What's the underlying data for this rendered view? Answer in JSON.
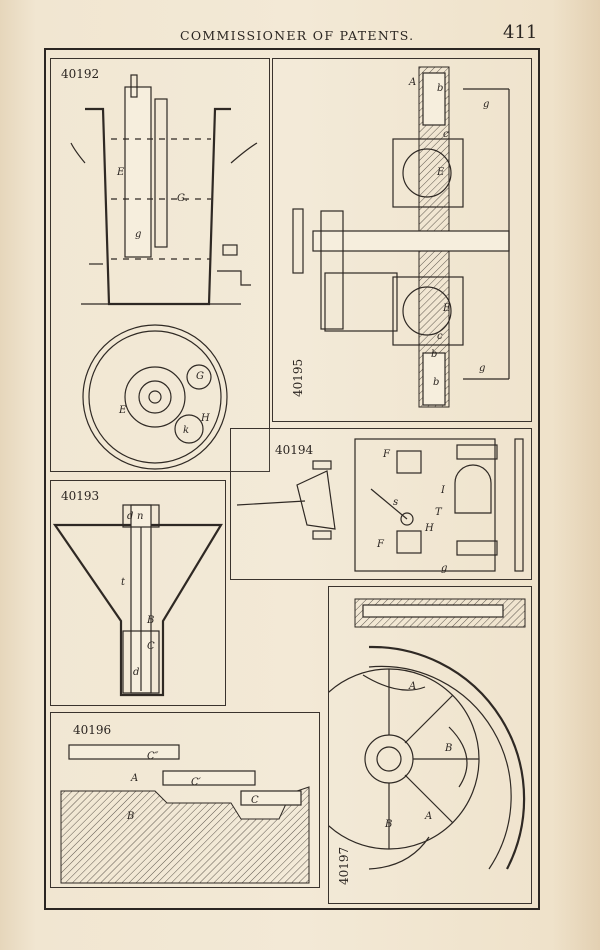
{
  "header": {
    "title": "COMMISSIONER OF PATENTS.",
    "page_number": "411"
  },
  "figures": [
    {
      "number": "40192",
      "labels": [
        "E",
        "G.",
        "g",
        "G",
        "E",
        "H",
        "k"
      ]
    },
    {
      "number": "40195",
      "labels": [
        "A",
        "b",
        "g",
        "c",
        "E",
        "E",
        "c",
        "b",
        "g",
        "b"
      ]
    },
    {
      "number": "40194",
      "labels": [
        "F",
        "I",
        "s",
        "T",
        "F",
        "H",
        "g"
      ]
    },
    {
      "number": "40193",
      "labels": [
        "d",
        "n",
        "t",
        "B",
        "C",
        "d"
      ]
    },
    {
      "number": "40196",
      "labels": [
        "C″",
        "A",
        "C′",
        "B",
        "C"
      ]
    },
    {
      "number": "40197",
      "labels": [
        "A",
        "B",
        "B",
        "A"
      ]
    }
  ]
}
